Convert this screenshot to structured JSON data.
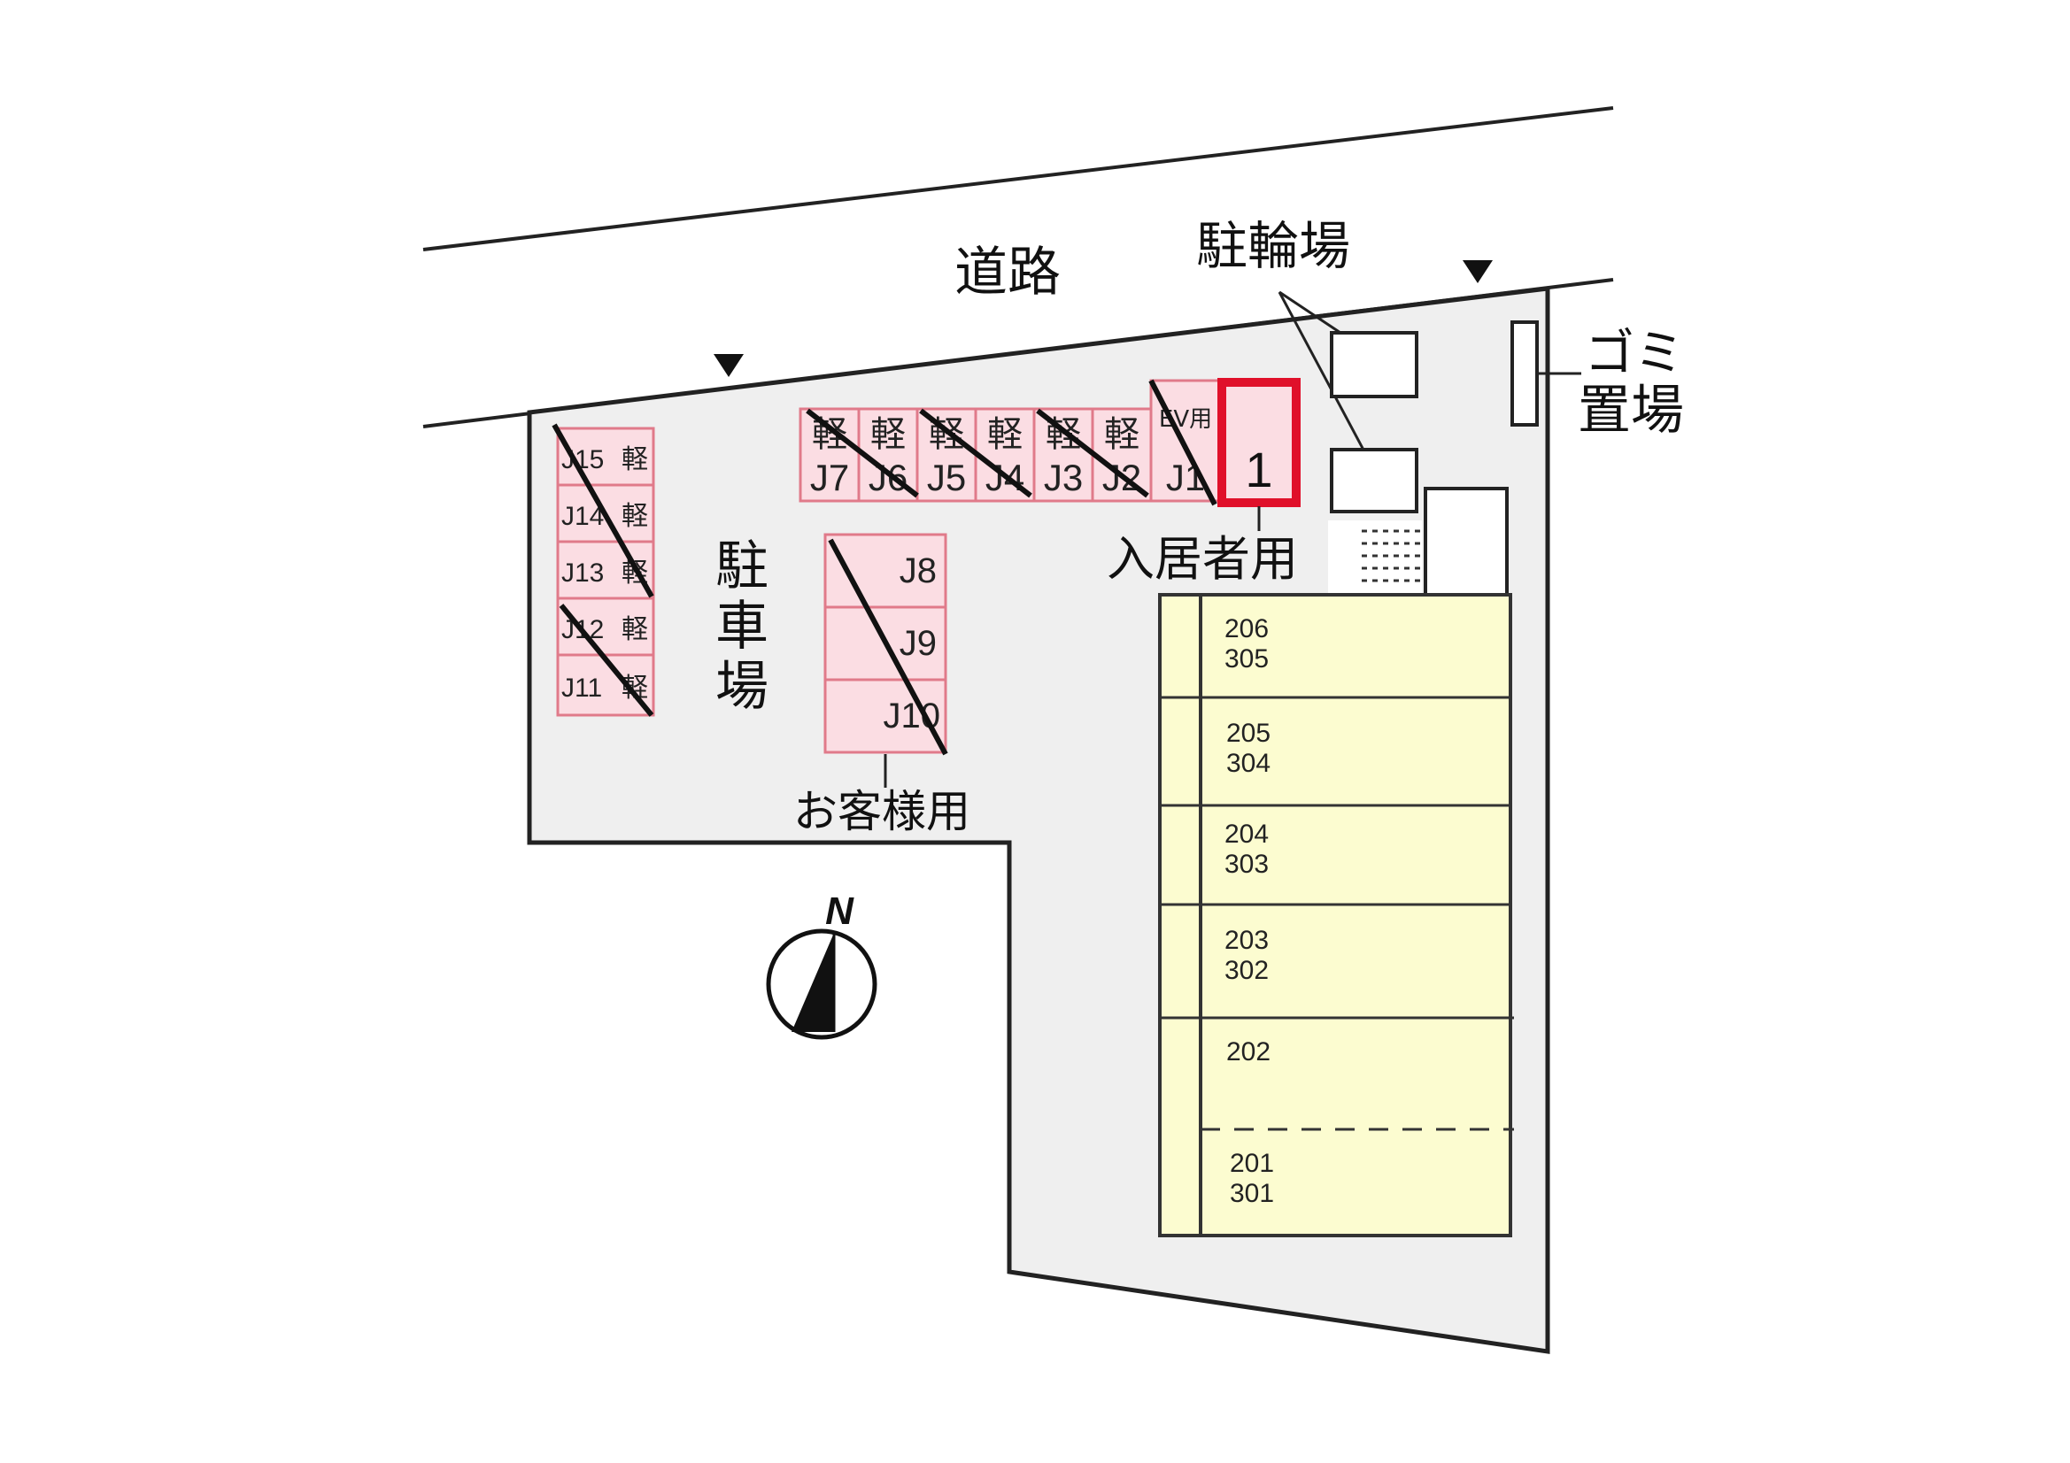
{
  "labels": {
    "road": "道路",
    "bicycle_parking": "駐輪場",
    "garbage_line1": "ゴミ",
    "garbage_line2": "置場",
    "parking_lot_1": "駐",
    "parking_lot_2": "車",
    "parking_lot_3": "場",
    "resident_use": "入居者用",
    "guest_use": "お客様用",
    "north": "N"
  },
  "left_column": [
    {
      "id": "J15",
      "type": "軽"
    },
    {
      "id": "J14",
      "type": "軽"
    },
    {
      "id": "J13",
      "type": "軽"
    },
    {
      "id": "J12",
      "type": "軽"
    },
    {
      "id": "J11",
      "type": "軽"
    }
  ],
  "top_row": [
    {
      "id": "J7",
      "type": "軽"
    },
    {
      "id": "J6",
      "type": "軽"
    },
    {
      "id": "J5",
      "type": "軽"
    },
    {
      "id": "J4",
      "type": "軽"
    },
    {
      "id": "J3",
      "type": "軽"
    },
    {
      "id": "J2",
      "type": "軽"
    },
    {
      "id": "J1",
      "type": "EV用"
    }
  ],
  "highlight_space": {
    "id": "1"
  },
  "guest_spaces": [
    "J8",
    "J9",
    "J10"
  ],
  "units": [
    {
      "line1": "206",
      "line2": "305"
    },
    {
      "line1": "205",
      "line2": "304"
    },
    {
      "line1": "204",
      "line2": "303"
    },
    {
      "line1": "203",
      "line2": "302"
    },
    {
      "line1": "202",
      "line2": ""
    },
    {
      "line1": "201",
      "line2": "301"
    }
  ],
  "colors": {
    "space_fill": "#fbdde3",
    "space_stroke": "#e07a8a",
    "highlight_stroke": "#e0102a",
    "lot_fill": "#efefef",
    "building_fill": "#fcfcd0",
    "line": "#222222"
  }
}
